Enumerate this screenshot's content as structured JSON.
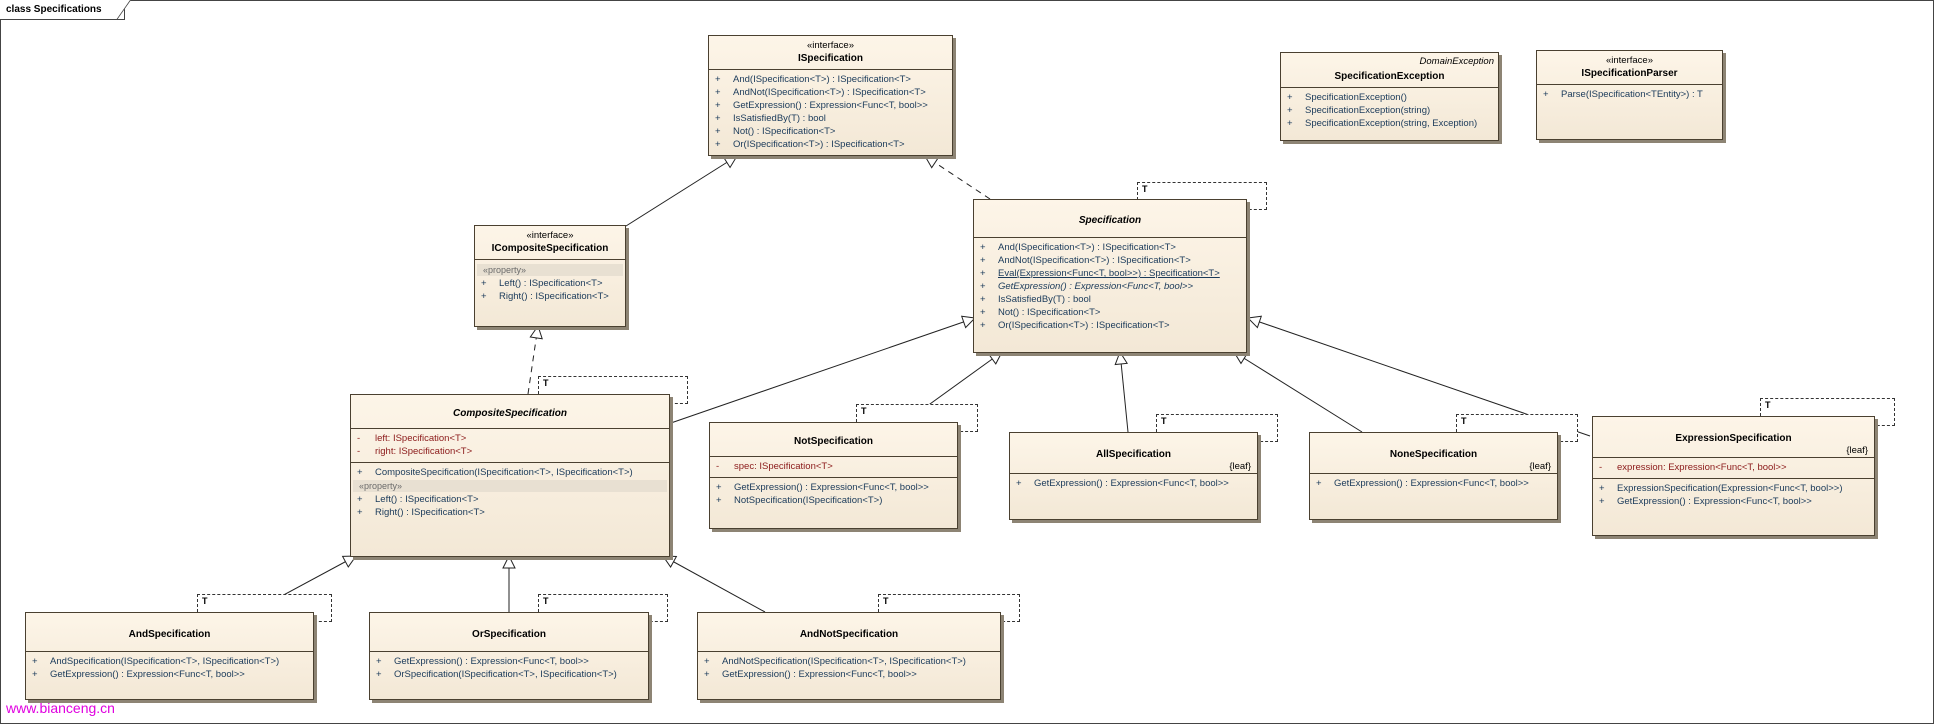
{
  "frame": {
    "label": "class Specifications"
  },
  "watermark": "www.bianceng.cn",
  "classes": {
    "ispecification": {
      "stereotype": "«interface»",
      "name": "ISpecification",
      "ops": [
        {
          "vis": "+",
          "sig": "And(ISpecification<T>) : ISpecification<T>"
        },
        {
          "vis": "+",
          "sig": "AndNot(ISpecification<T>) : ISpecification<T>"
        },
        {
          "vis": "+",
          "sig": "GetExpression() : Expression<Func<T, bool>>"
        },
        {
          "vis": "+",
          "sig": "IsSatisfiedBy(T) : bool"
        },
        {
          "vis": "+",
          "sig": "Not() : ISpecification<T>"
        },
        {
          "vis": "+",
          "sig": "Or(ISpecification<T>) : ISpecification<T>"
        }
      ]
    },
    "icomposite": {
      "stereotype": "«interface»",
      "name": "ICompositeSpecification",
      "property_label": "«property»",
      "ops": [
        {
          "vis": "+",
          "sig": "Left() : ISpecification<T>"
        },
        {
          "vis": "+",
          "sig": "Right() : ISpecification<T>"
        }
      ]
    },
    "specification": {
      "name": "Specification",
      "tparam": "T",
      "ops": [
        {
          "vis": "+",
          "sig": "And(ISpecification<T>) : ISpecification<T>"
        },
        {
          "vis": "+",
          "sig": "AndNot(ISpecification<T>) : ISpecification<T>"
        },
        {
          "vis": "+",
          "sig": "Eval(Expression<Func<T, bool>>) : Specification<T>"
        },
        {
          "vis": "+",
          "sig": "GetExpression() : Expression<Func<T, bool>>"
        },
        {
          "vis": "+",
          "sig": "IsSatisfiedBy(T) : bool"
        },
        {
          "vis": "+",
          "sig": "Not() : ISpecification<T>"
        },
        {
          "vis": "+",
          "sig": "Or(ISpecification<T>) : ISpecification<T>"
        }
      ]
    },
    "specexception": {
      "parent": "DomainException",
      "name": "SpecificationException",
      "ops": [
        {
          "vis": "+",
          "sig": "SpecificationException()"
        },
        {
          "vis": "+",
          "sig": "SpecificationException(string)"
        },
        {
          "vis": "+",
          "sig": "SpecificationException(string, Exception)"
        }
      ]
    },
    "iparser": {
      "stereotype": "«interface»",
      "name": "ISpecificationParser",
      "ops": [
        {
          "vis": "+",
          "sig": "Parse(ISpecification<TEntity>) : T"
        }
      ]
    },
    "composite": {
      "name": "CompositeSpecification",
      "tparam": "T",
      "attrs": [
        {
          "vis": "-",
          "sig": "left:  ISpecification<T>"
        },
        {
          "vis": "-",
          "sig": "right:  ISpecification<T>"
        }
      ],
      "ctor": {
        "vis": "+",
        "sig": "CompositeSpecification(ISpecification<T>, ISpecification<T>)"
      },
      "property_label": "«property»",
      "ops": [
        {
          "vis": "+",
          "sig": "Left() : ISpecification<T>"
        },
        {
          "vis": "+",
          "sig": "Right() : ISpecification<T>"
        }
      ]
    },
    "notspec": {
      "name": "NotSpecification",
      "tparam": "T",
      "attrs": [
        {
          "vis": "-",
          "sig": "spec:  ISpecification<T>"
        }
      ],
      "ops": [
        {
          "vis": "+",
          "sig": "GetExpression() : Expression<Func<T, bool>>"
        },
        {
          "vis": "+",
          "sig": "NotSpecification(ISpecification<T>)"
        }
      ]
    },
    "allspec": {
      "name": "AllSpecification",
      "tparam": "T",
      "tag": "{leaf}",
      "ops": [
        {
          "vis": "+",
          "sig": "GetExpression() : Expression<Func<T, bool>>"
        }
      ]
    },
    "nonespec": {
      "name": "NoneSpecification",
      "tparam": "T",
      "tag": "{leaf}",
      "ops": [
        {
          "vis": "+",
          "sig": "GetExpression() : Expression<Func<T, bool>>"
        }
      ]
    },
    "exprspec": {
      "name": "ExpressionSpecification",
      "tparam": "T",
      "tag": "{leaf}",
      "attrs": [
        {
          "vis": "-",
          "sig": "expression:  Expression<Func<T, bool>>"
        }
      ],
      "ops": [
        {
          "vis": "+",
          "sig": "ExpressionSpecification(Expression<Func<T, bool>>)"
        },
        {
          "vis": "+",
          "sig": "GetExpression() : Expression<Func<T, bool>>"
        }
      ]
    },
    "andspec": {
      "name": "AndSpecification",
      "tparam": "T",
      "ops": [
        {
          "vis": "+",
          "sig": "AndSpecification(ISpecification<T>, ISpecification<T>)"
        },
        {
          "vis": "+",
          "sig": "GetExpression() : Expression<Func<T, bool>>"
        }
      ]
    },
    "orspec": {
      "name": "OrSpecification",
      "tparam": "T",
      "ops": [
        {
          "vis": "+",
          "sig": "GetExpression() : Expression<Func<T, bool>>"
        },
        {
          "vis": "+",
          "sig": "OrSpecification(ISpecification<T>, ISpecification<T>)"
        }
      ]
    },
    "andnotspec": {
      "name": "AndNotSpecification",
      "tparam": "T",
      "ops": [
        {
          "vis": "+",
          "sig": "AndNotSpecification(ISpecification<T>, ISpecification<T>)"
        },
        {
          "vis": "+",
          "sig": "GetExpression() : Expression<Func<T, bool>>"
        }
      ]
    }
  }
}
